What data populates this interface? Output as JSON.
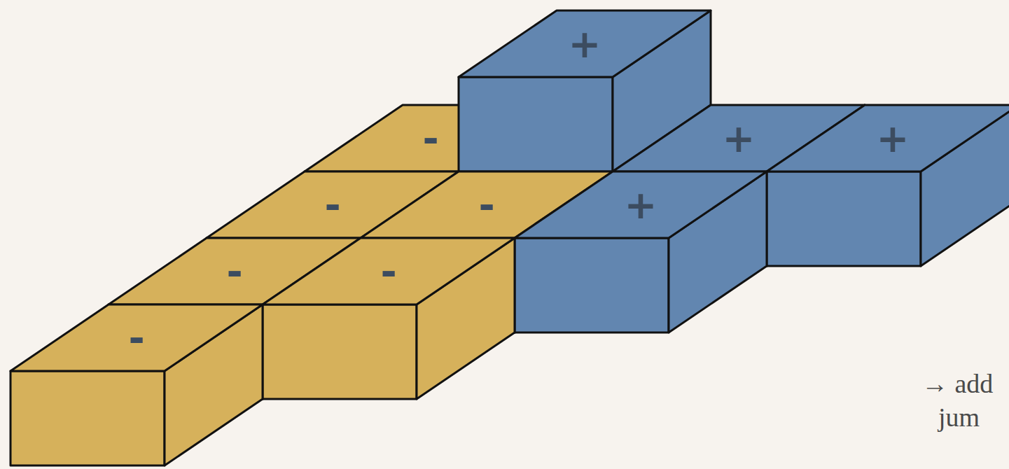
{
  "diagram": {
    "nodes": [
      {
        "text": [
          "+"
        ]
      },
      {
        "text": [
          "-"
        ]
      },
      {
        "text": [
          "+"
        ]
      },
      {
        "text": [
          "+"
        ]
      },
      {
        "text": [
          "-"
        ]
      },
      {
        "text": [
          "-"
        ]
      },
      {
        "text": [
          "+"
        ]
      },
      {
        "text": [
          "-"
        ]
      },
      {
        "text": [
          "-"
        ]
      },
      {
        "text": [
          "-"
        ]
      }
    ],
    "labels": [
      "→ add",
      "jum"
    ]
  }
}
